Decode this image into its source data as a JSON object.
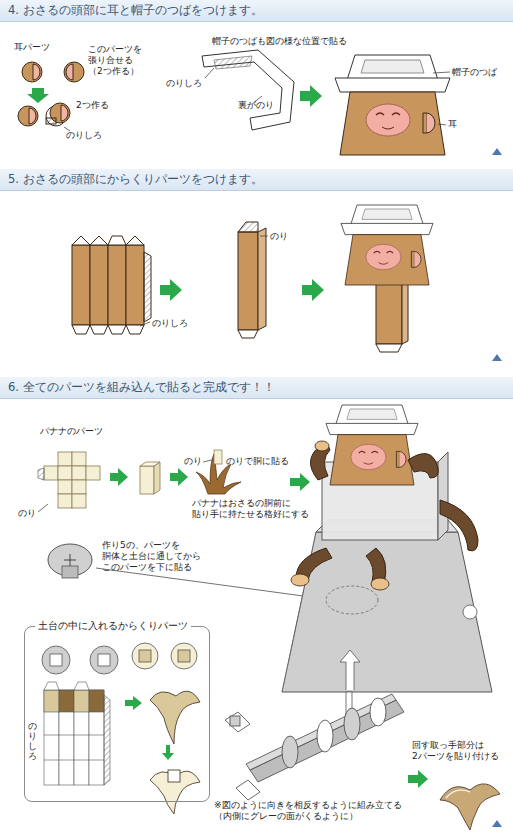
{
  "diagram": {
    "nodes": [
      {
        "text": [
          "4. おさるの頭部に耳と帽子のつばをつけます。"
        ]
      },
      {
        "text": [
          "5. おさるの頭部にからくりパーツをつけます。"
        ]
      },
      {
        "text": [
          "6. 全てのパーツを組み込んで貼ると完成です！！"
        ]
      },
      {
        "text": [
          "土台の中に入れるからくりパーツ"
        ]
      }
    ],
    "labels": [
      "耳パーツ",
      "このパーツを 張り合せる （2つ作る）",
      "2つ作る",
      "のりしろ",
      "帽子のつばも図の様な位置で貼る",
      "のりしろ",
      "裏がのり",
      "帽子のつば",
      "耳",
      "のり",
      "のりしろ",
      "バナナのパーツ",
      "のり",
      "のり",
      "のりで胴に貼る",
      "バナナはおさるの胴前に 貼り手に持たせる格好にする",
      "作り5の、パーツを 胴体と土台に通してから このパーツを下に貼る",
      "のりしろ",
      "※図のように向きを相反するように組み立てる （内側にグレーの面がくるように）",
      "回す取っ手部分は 2パーツを貼り付ける"
    ]
  }
}
